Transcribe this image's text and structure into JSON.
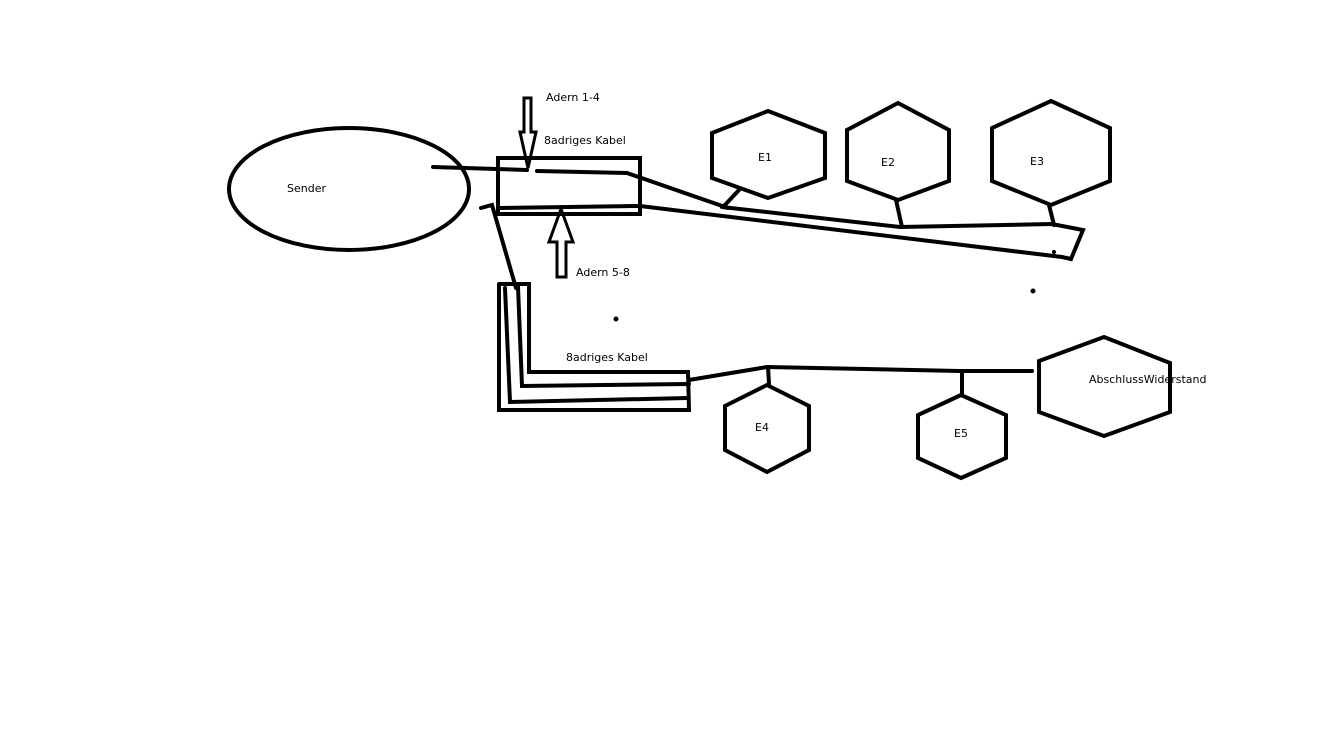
{
  "labels": {
    "sender": "Sender",
    "adern_1_4": "Adern 1-4",
    "kabel_top": "8adriges Kabel",
    "adern_5_8": "Adern 5-8",
    "kabel_bottom": "8adriges Kabel",
    "e1": "E1",
    "e2": "E2",
    "e3": "E3",
    "e4": "E4",
    "e5": "E5",
    "abschluss": "AbschlussWiderstand"
  },
  "colors": {
    "stroke": "#000000",
    "background": "#ffffff"
  }
}
